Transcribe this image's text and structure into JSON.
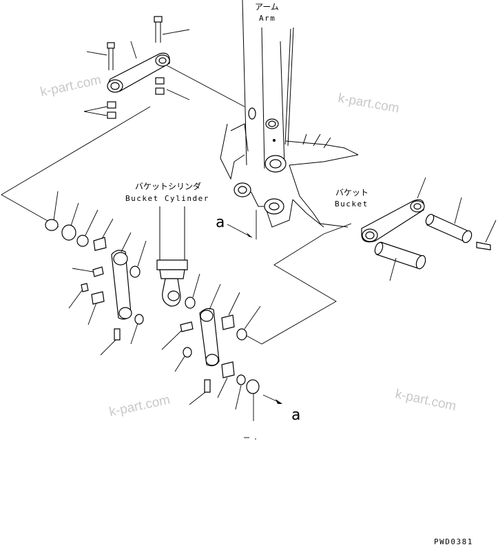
{
  "labels": {
    "arm_jp": "アーム",
    "arm_en": "Arm",
    "bucket_jp": "バケット",
    "bucket_en": "Bucket",
    "cylinder_jp": "バケットシリンダ",
    "cylinder_en": "Bucket Cylinder",
    "ref_a_top": "a",
    "ref_a_bottom": "a",
    "drawing_code": "PWD0381"
  },
  "watermarks": [
    "k-part.com",
    "k-part.com",
    "k-part.com",
    "k-part.com"
  ]
}
